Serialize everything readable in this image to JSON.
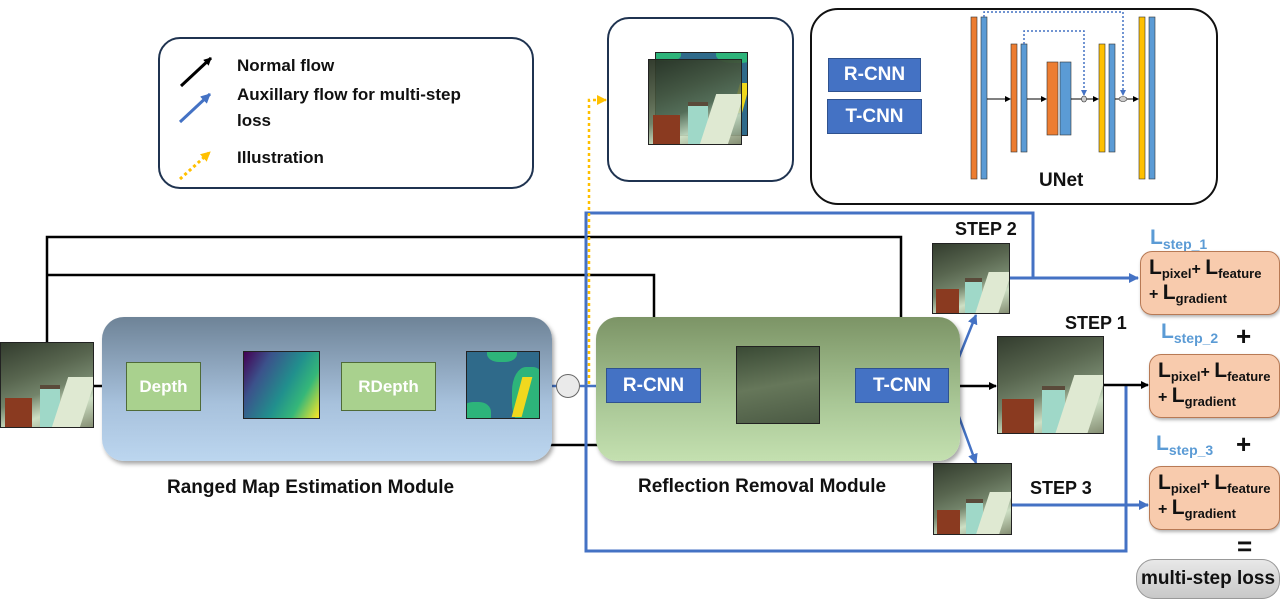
{
  "legend": {
    "items": [
      {
        "icon": "black-arrow-icon",
        "label": "Normal flow"
      },
      {
        "icon": "blue-arrow-icon",
        "label_line1": "Auxillary flow for multi-step",
        "label_line2": "loss"
      },
      {
        "icon": "yellow-dotted-arrow-icon",
        "label": "Illustration"
      }
    ]
  },
  "unet_panel": {
    "rcnn_label": "R-CNN",
    "tcnn_label": "T-CNN",
    "unet_label": "UNet"
  },
  "ranged_map_module": {
    "title": "Ranged Map Estimation Module",
    "depth_label": "Depth",
    "rdepth_label": "RDepth"
  },
  "reflection_removal_module": {
    "title": "Reflection Removal Module",
    "rcnn_label": "R-CNN",
    "tcnn_label": "T-CNN"
  },
  "steps": {
    "step1": "STEP 1",
    "step2": "STEP 2",
    "step3": "STEP 3"
  },
  "losses": [
    {
      "title_main": "L",
      "title_sub": "step_1",
      "operator": "",
      "pixel_sub": "pixel",
      "feature_sub": "feature",
      "gradient_sub": "gradient"
    },
    {
      "title_main": "L",
      "title_sub": "step_2",
      "operator": "+",
      "pixel_sub": "pixel",
      "feature_sub": "feature",
      "gradient_sub": "gradient"
    },
    {
      "title_main": "L",
      "title_sub": "step_3",
      "operator": "+",
      "pixel_sub": "pixel",
      "feature_sub": "feature",
      "gradient_sub": "gradient"
    }
  ],
  "loss_symbols": {
    "L": "L",
    "plus": "+",
    "equals": "="
  },
  "final_loss": "multi-step loss",
  "colors": {
    "normal_flow": "#000000",
    "auxiliary_flow": "#4472c4",
    "illustration": "#ffc000",
    "cnn_block": "#4472c4",
    "depth_block": "#a9d18e",
    "loss_box": "#f8cbad"
  }
}
